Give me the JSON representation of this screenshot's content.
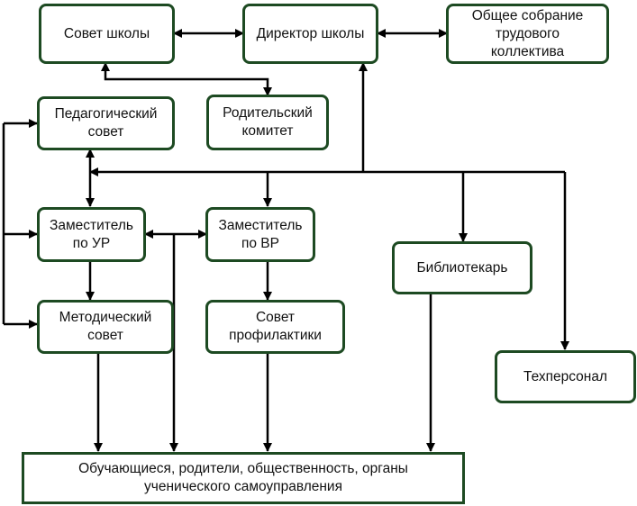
{
  "nodes": {
    "council": "Совет школы",
    "director": "Директор школы",
    "assembly": "Общее собрание\nтрудового\nколлектива",
    "pedagogical": "Педагогический\nсовет",
    "parents_committee": "Родительский\nкомитет",
    "deputy_ur": "Заместитель\nпо УР",
    "deputy_vr": "Заместитель\nпо ВР",
    "librarian": "Библиотекарь",
    "methodical": "Методический\nсовет",
    "prevention": "Совет\nпрофилактики",
    "staff": "Техперсонал",
    "students": "Обучающиеся, родители, общественность, органы\nученического самоуправления"
  },
  "colors": {
    "border": "#1d4a22",
    "line": "#000000"
  }
}
